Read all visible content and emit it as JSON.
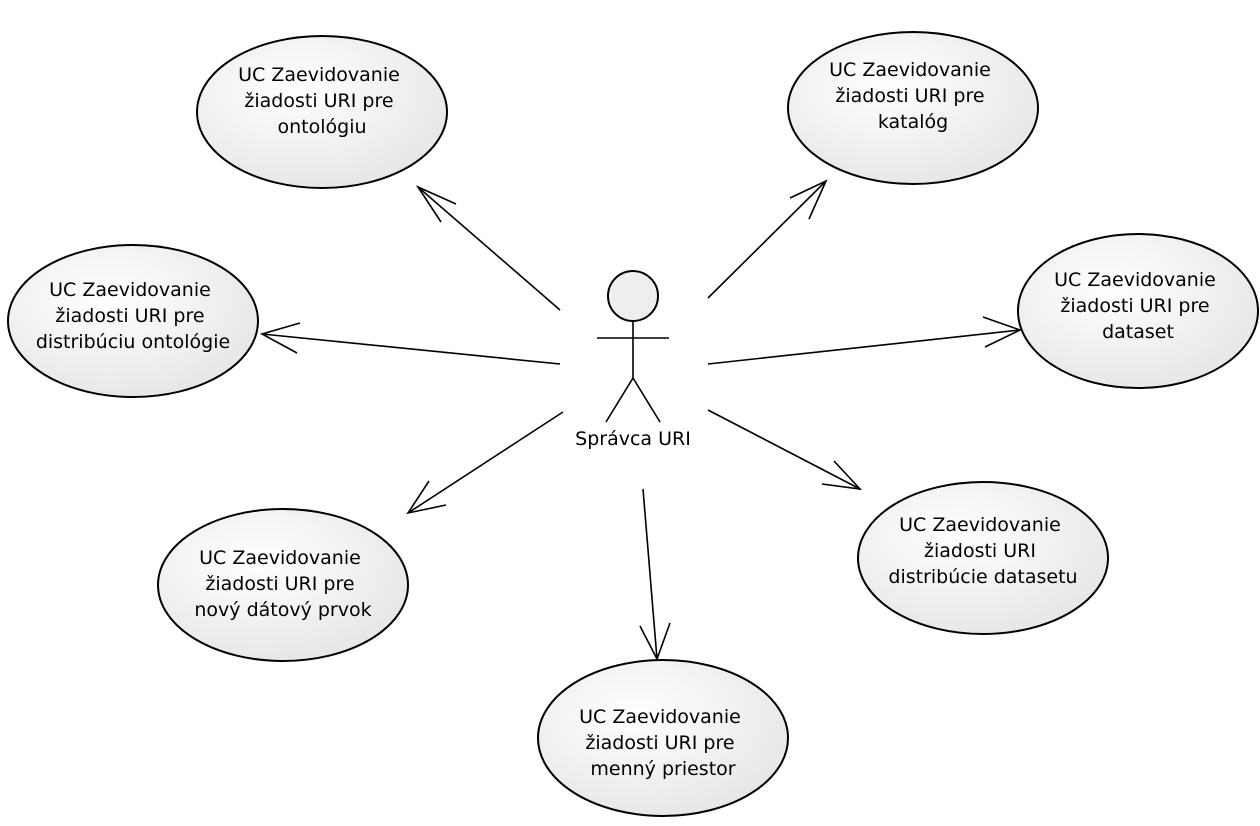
{
  "actor": {
    "name": "Správca URI",
    "icon": "stick-figure-actor-icon"
  },
  "use_cases": [
    {
      "id": "ontologia",
      "lines": [
        "UC Zaevidovanie",
        "žiadosti URI pre",
        "ontológiu"
      ]
    },
    {
      "id": "katalog",
      "lines": [
        "UC Zaevidovanie",
        "žiadosti URI pre",
        "katalóg"
      ]
    },
    {
      "id": "distribucia-ontologie",
      "lines": [
        "UC Zaevidovanie",
        "žiadosti URI pre",
        "distribúciu ontológie"
      ]
    },
    {
      "id": "dataset",
      "lines": [
        "UC Zaevidovanie",
        "žiadosti URI pre",
        "dataset"
      ]
    },
    {
      "id": "datovy-prvok",
      "lines": [
        "UC Zaevidovanie",
        "žiadosti URI pre",
        "nový dátový prvok"
      ]
    },
    {
      "id": "distribucie-datasetu",
      "lines": [
        "UC Zaevidovanie",
        "žiadosti URI",
        "distribúcie datasetu"
      ]
    },
    {
      "id": "menny-priestor",
      "lines": [
        "UC Zaevidovanie",
        "žiadosti URI pre",
        "menný priestor"
      ]
    }
  ],
  "colors": {
    "ellipse_fill_light": "#ffffff",
    "ellipse_fill_dark": "#e4e4e4",
    "stroke": "#000000",
    "background": "#ffffff"
  }
}
